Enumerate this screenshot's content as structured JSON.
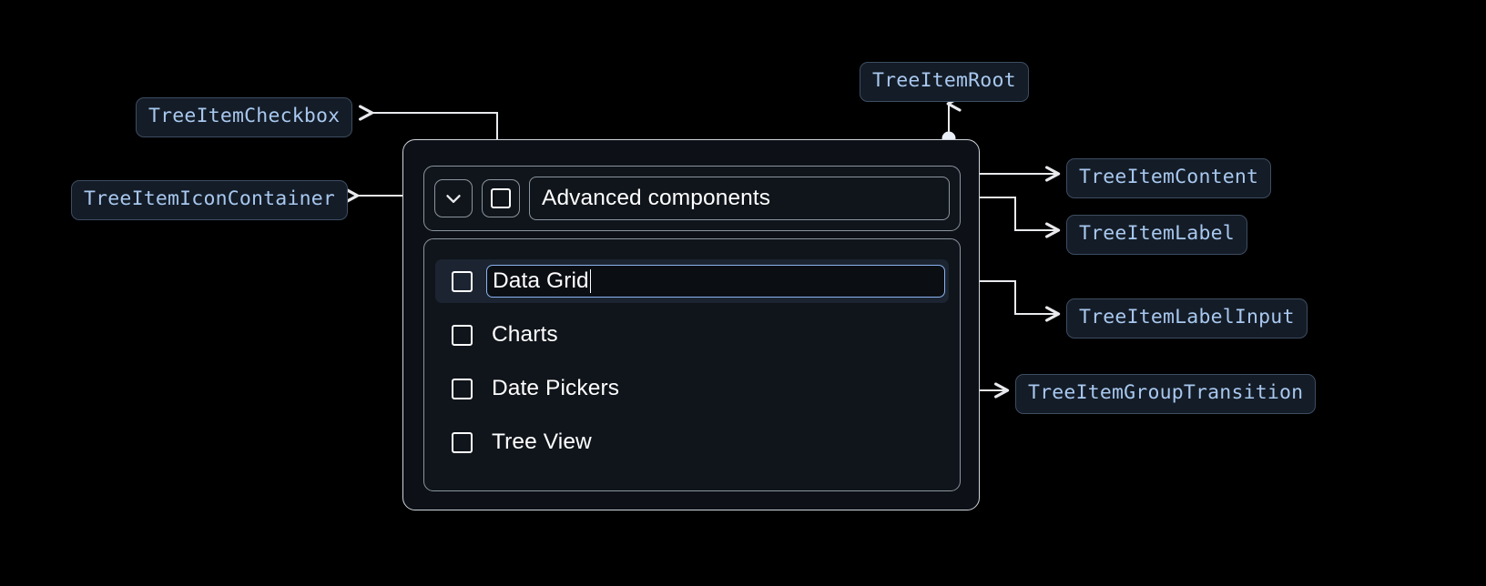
{
  "theme": {
    "background": "#000000",
    "chip_bg": "#141c27",
    "chip_border": "#3d4d61",
    "chip_text": "#a8c8ef",
    "widget_bg": "#0d1117",
    "panel_bg": "#10151b",
    "panel_border": "#8b949e",
    "selected_row_bg": "#1c2431",
    "input_focus_border": "#8ab4f0",
    "leader_line": "#e8eaed",
    "text": "#ffffff"
  },
  "annotations": [
    {
      "id": "tree-item-checkbox",
      "label": "TreeItemCheckbox"
    },
    {
      "id": "tree-item-icon-container",
      "label": "TreeItemIconContainer"
    },
    {
      "id": "tree-item-root",
      "label": "TreeItemRoot"
    },
    {
      "id": "tree-item-content",
      "label": "TreeItemContent"
    },
    {
      "id": "tree-item-label",
      "label": "TreeItemLabel"
    },
    {
      "id": "tree-item-label-input",
      "label": "TreeItemLabelInput"
    },
    {
      "id": "tree-item-group-transition",
      "label": "TreeItemGroupTransition"
    }
  ],
  "tree": {
    "expand_icon": "chevron-down-icon",
    "expanded": true,
    "root_checkbox_checked": false,
    "root_label": "Advanced components",
    "children": [
      {
        "label": "Data Grid",
        "checked": false,
        "editing": true,
        "selected": true
      },
      {
        "label": "Charts",
        "checked": false,
        "editing": false,
        "selected": false
      },
      {
        "label": "Date Pickers",
        "checked": false,
        "editing": false,
        "selected": false
      },
      {
        "label": "Tree View",
        "checked": false,
        "editing": false,
        "selected": false
      }
    ],
    "editing_value": "Data Grid"
  }
}
